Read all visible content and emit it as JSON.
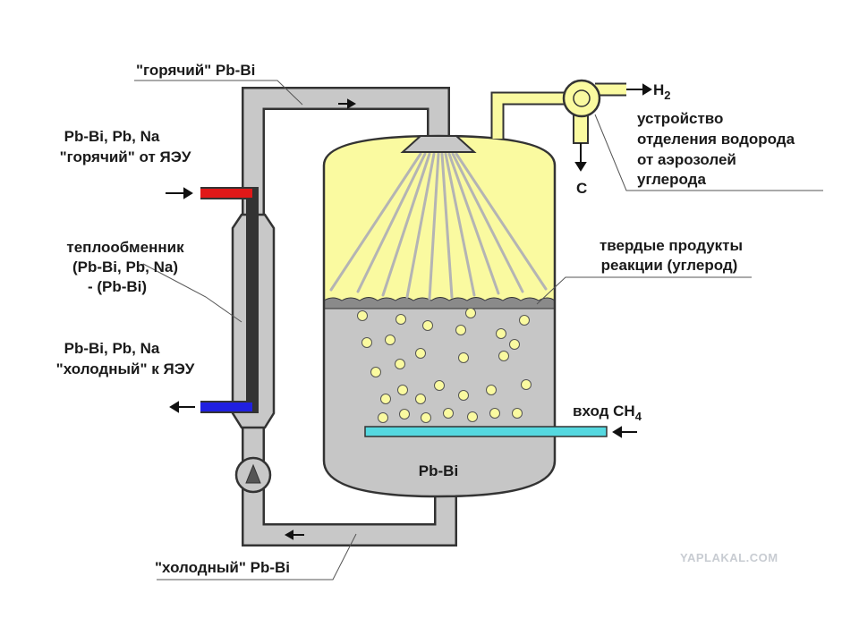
{
  "labels": {
    "hot_pbbi": "\"горячий\" Pb-Bi",
    "hot_inlet_line1": "Pb-Bi, Pb, Na",
    "hot_inlet_line2": "\"горячий\" от ЯЭУ",
    "hex_line1": "теплообменник",
    "hex_line2": "(Pb-Bi, Pb, Na)",
    "hex_line3": "- (Pb-Bi)",
    "cold_outlet_line1": "Pb-Bi, Pb, Na",
    "cold_outlet_line2": "\"холодный\" к ЯЭУ",
    "cold_pbbi": "\"холодный\" Pb-Bi",
    "h2_symbol": "H",
    "h2_subscript": "2",
    "separator_line1": "устройство",
    "separator_line2": "отделения водорода",
    "separator_line3": "от аэрозолей",
    "separator_line4": "углерода",
    "carbon_symbol": "C",
    "solid_line1": "твердые продукты",
    "solid_line2": "реакции (углерод)",
    "ch4_text": "вход CH",
    "ch4_subscript": "4",
    "melt_label": "Pb-Bi",
    "watermark": "YAPLAKAL.COM"
  },
  "colors": {
    "pipe": "#c8c8c8",
    "pipe_outline": "#333333",
    "gas_zone": "#fafaa0",
    "melt": "#c6c6c6",
    "carbon_layer": "#8a8a8a",
    "bubble": "#fafaa0",
    "methane_pipe": "#55d8e0",
    "hot_coolant": "#e02020",
    "cold_coolant": "#2020e0",
    "hydrogen_line": "#fafaa0"
  }
}
